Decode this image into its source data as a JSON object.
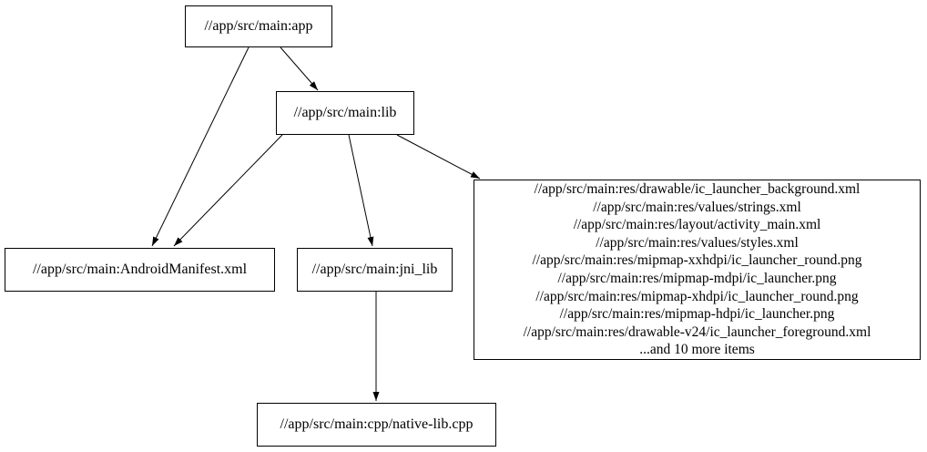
{
  "graph": {
    "background_color": "#ffffff",
    "node_border_color": "#000000",
    "text_color": "#000000",
    "nodes": {
      "app": {
        "label": "//app/src/main:app"
      },
      "lib": {
        "label": "//app/src/main:lib"
      },
      "android_manifest": {
        "label": "//app/src/main:AndroidManifest.xml"
      },
      "jni_lib": {
        "label": "//app/src/main:jni_lib"
      },
      "resources": {
        "lines": [
          "//app/src/main:res/drawable/ic_launcher_background.xml",
          "//app/src/main:res/values/strings.xml",
          "//app/src/main:res/layout/activity_main.xml",
          "//app/src/main:res/values/styles.xml",
          "//app/src/main:res/mipmap-xxhdpi/ic_launcher_round.png",
          "//app/src/main:res/mipmap-mdpi/ic_launcher.png",
          "//app/src/main:res/mipmap-xhdpi/ic_launcher_round.png",
          "//app/src/main:res/mipmap-hdpi/ic_launcher.png",
          "//app/src/main:res/drawable-v24/ic_launcher_foreground.xml",
          "...and 10 more items"
        ]
      },
      "native_lib": {
        "label": "//app/src/main:cpp/native-lib.cpp"
      }
    },
    "edges": [
      {
        "from": "//app/src/main:app",
        "to": "//app/src/main:AndroidManifest.xml"
      },
      {
        "from": "//app/src/main:app",
        "to": "//app/src/main:lib"
      },
      {
        "from": "//app/src/main:lib",
        "to": "//app/src/main:AndroidManifest.xml"
      },
      {
        "from": "//app/src/main:lib",
        "to": "//app/src/main:jni_lib"
      },
      {
        "from": "//app/src/main:lib",
        "to": "resources-group"
      },
      {
        "from": "//app/src/main:jni_lib",
        "to": "//app/src/main:cpp/native-lib.cpp"
      }
    ]
  }
}
